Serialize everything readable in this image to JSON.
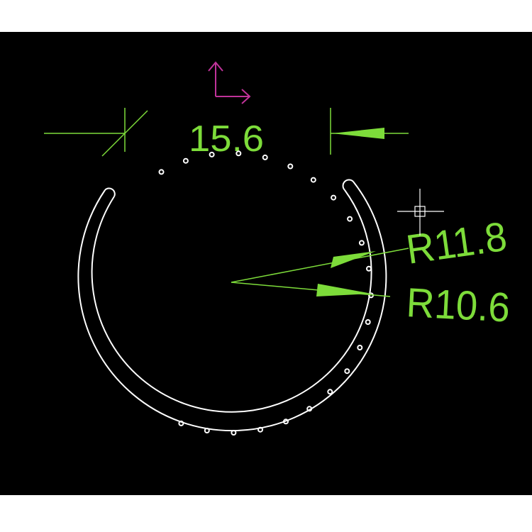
{
  "drawing": {
    "background": "#000000",
    "dimension_color": "#7ddc3a",
    "outline_color": "#ffffff",
    "ucs_color": "#c0339a",
    "cursor_color": "#ffffff"
  },
  "dimensions": {
    "linear": {
      "value": "15.6"
    },
    "outer_radius": {
      "label": "R11.8"
    },
    "inner_radius": {
      "label": "R10.6"
    }
  },
  "icons": {
    "ucs": "ucs-axis-icon",
    "cursor": "crosshair-cursor-icon"
  }
}
